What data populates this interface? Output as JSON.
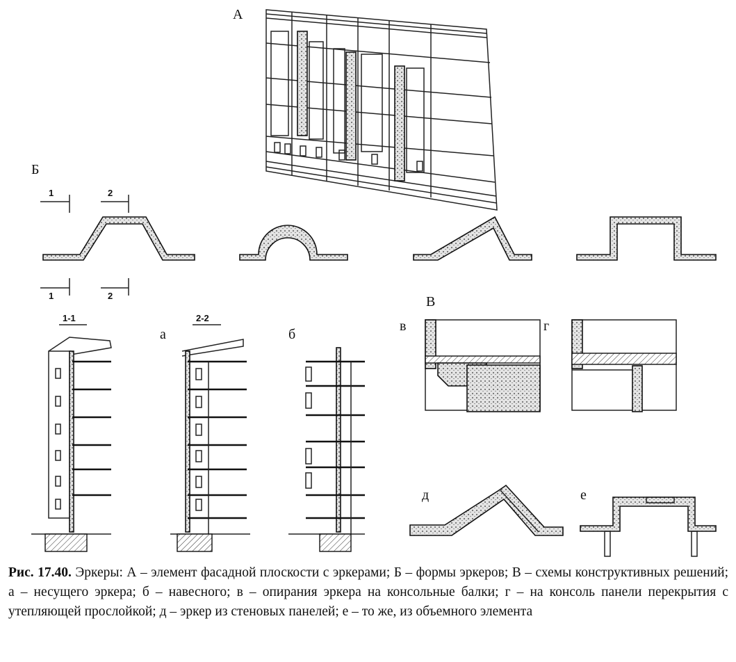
{
  "labels": {
    "A": "А",
    "B": "Б",
    "V": "В",
    "cut1_top": "1",
    "cut2_top": "2",
    "cut1_bottom": "1",
    "cut2_bottom": "2",
    "section_1_1": "1-1",
    "section_2_2": "2-2",
    "a": "а",
    "b": "б",
    "v": "в",
    "g": "г",
    "d": "д",
    "e": "е"
  },
  "caption": {
    "figure_number": "Рис. 17.40.",
    "text": "Эркеры: А – элемент фасадной плоскости с эркерами; Б – формы эркеров; В – схемы конструктивных решений; а –  несущего эркера; б  – навесного; в – опирания эркера на консольные балки;  г – на консоль панели перекрытия с утепляющей прослойкой; д – эркер из стеновых панелей; е – то же, из объемного элемента"
  }
}
